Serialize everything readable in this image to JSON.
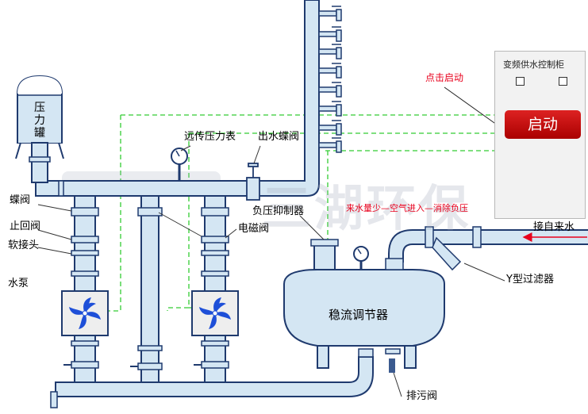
{
  "labels": {
    "pressure_tank": "压力罐",
    "remote_gauge": "远传压力表",
    "outlet_valve": "出水蝶阀",
    "butterfly_valve": "蝶阀",
    "check_valve": "止回阀",
    "soft_joint": "软接头",
    "pump": "水泵",
    "negative_pressure_suppressor": "负压抑制器",
    "solenoid_valve": "电磁阀",
    "stabilizer": "稳流调节器",
    "y_filter": "Y型过滤器",
    "drain_valve": "排污阀",
    "inlet": "接自来水",
    "click_start": "点击启动",
    "note": "来水量少—空气进入—消除负压"
  },
  "panel": {
    "title": "变频供水控制柜",
    "start_button": "启动"
  },
  "watermark": "三湖环保",
  "colors": {
    "pipe_fill": "#d4e6f3",
    "pipe_stroke": "#1f3a6e",
    "dashed_signal": "#33cc33",
    "arrow_red": "#e8001c",
    "blade_blue": "#1e4fd8"
  }
}
